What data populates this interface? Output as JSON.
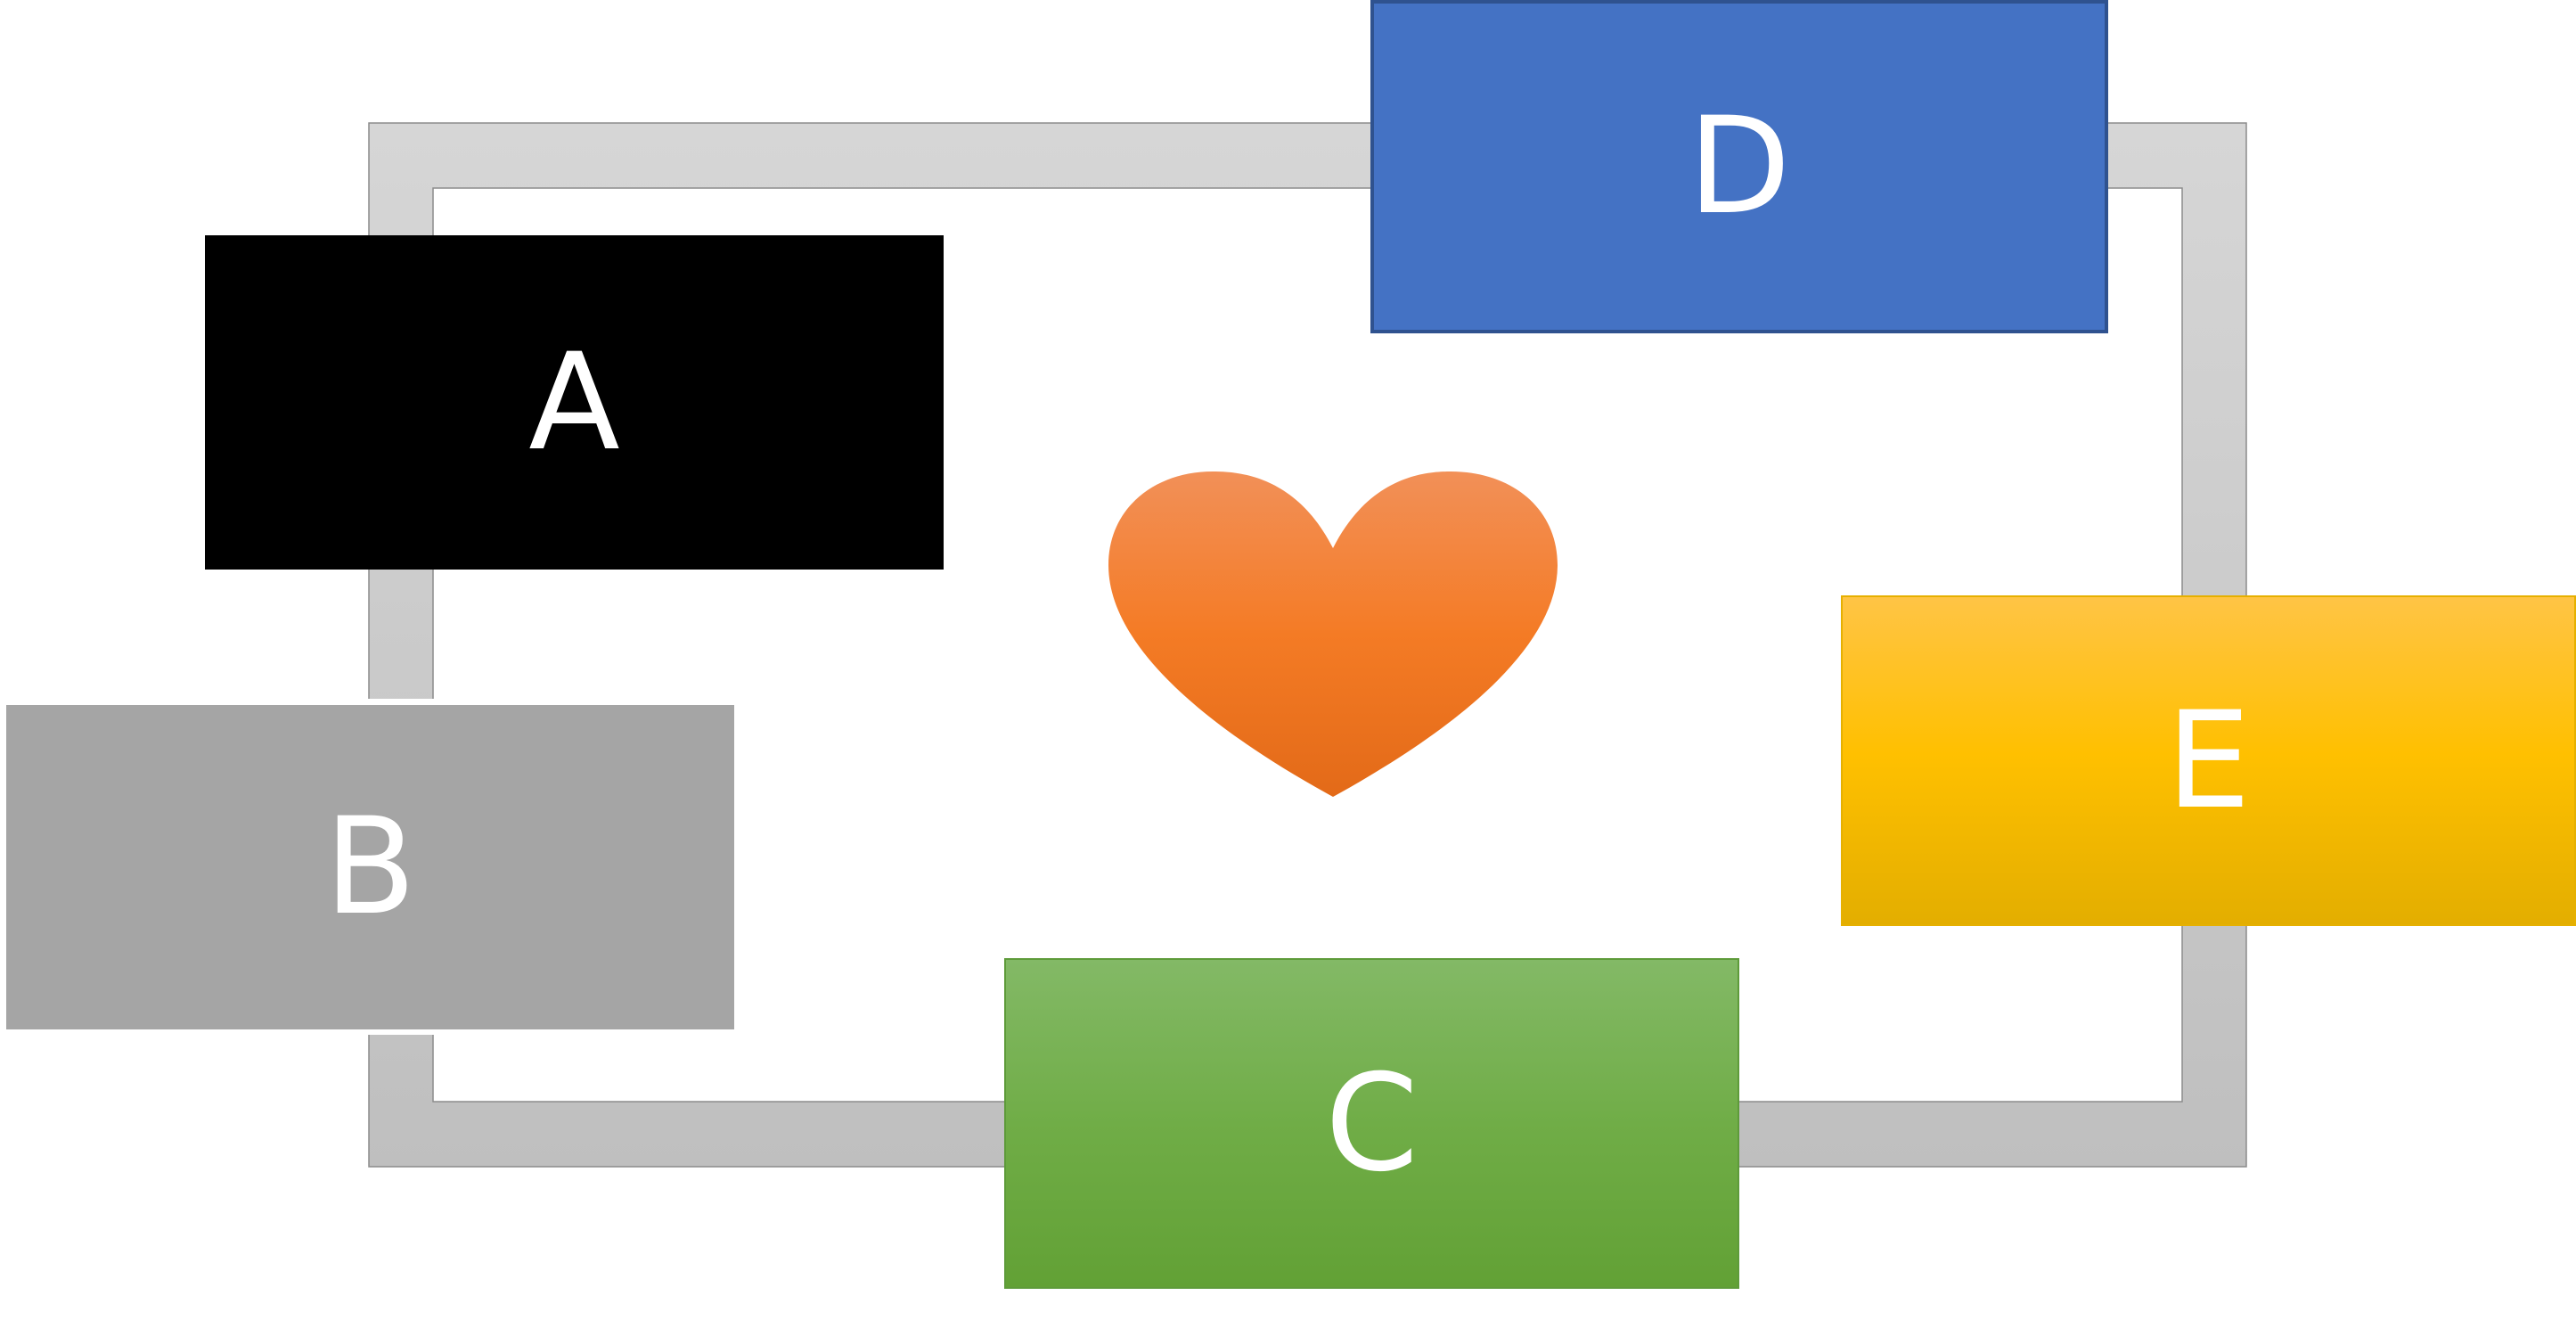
{
  "colors": {
    "frame": "#c8c8c8",
    "frame_outline": "#8c8c8c",
    "heart_top": "#f29058",
    "heart_mid": "#f47b25",
    "heart_bottom": "#e36a18",
    "box_a": "#000000",
    "box_b": "#a5a5a5",
    "box_c": "#70ad47",
    "box_d": "#4472c4",
    "box_e": "#ffc000"
  },
  "nodes": {
    "a": {
      "label": "A"
    },
    "b": {
      "label": "B"
    },
    "c": {
      "label": "C"
    },
    "d": {
      "label": "D"
    },
    "e": {
      "label": "E"
    }
  },
  "center_icon": "heart-icon"
}
